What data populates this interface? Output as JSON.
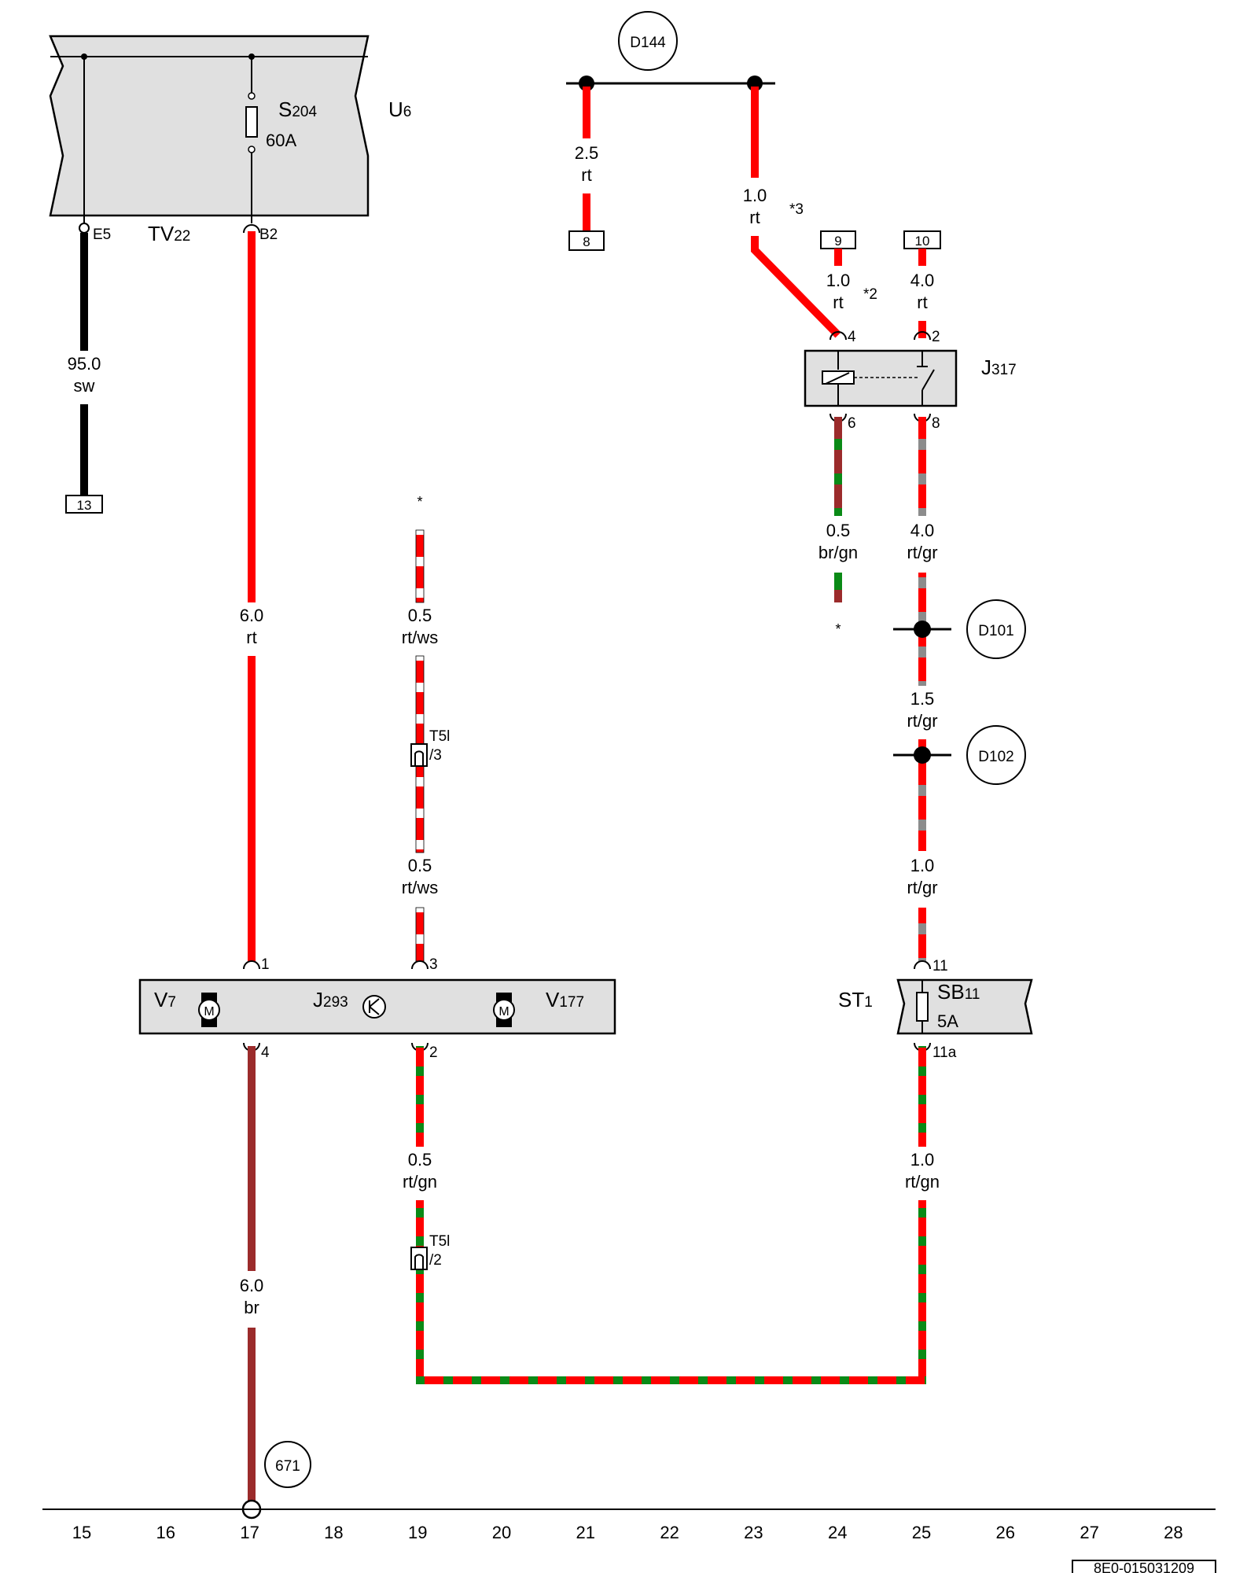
{
  "modules": {
    "u6": {
      "name": "U",
      "sub": "6"
    },
    "s204": {
      "name": "S",
      "sub": "204",
      "rating": "60A"
    },
    "tv22": {
      "name": "TV",
      "sub": "22"
    },
    "j317": {
      "name": "J",
      "sub": "317"
    },
    "j293": {
      "name": "J",
      "sub": "293"
    },
    "v7": {
      "name": "V",
      "sub": "7"
    },
    "v177": {
      "name": "V",
      "sub": "177"
    },
    "st1": {
      "name": "ST",
      "sub": "1"
    },
    "sb11": {
      "name": "SB",
      "sub": "11",
      "rating": "5A"
    },
    "motor_symbol": "M"
  },
  "nodes": {
    "d144": "D144",
    "d101": "D101",
    "d102": "D102",
    "n671": "671"
  },
  "connectors": {
    "t5l_3": {
      "name": "T5l",
      "pin": "/3"
    },
    "t5l_2": {
      "name": "T5l",
      "pin": "/2"
    }
  },
  "pins": {
    "e5": "E5",
    "b2": "B2",
    "j317_4": "4",
    "j317_2": "2",
    "j317_6": "6",
    "j317_8": "8",
    "j293_1": "1",
    "j293_3": "3",
    "j293_4": "4",
    "j293_2": "2",
    "st_11": "11",
    "st_11a": "11a"
  },
  "terminals": {
    "t13": "13",
    "t8": "8",
    "t9": "9",
    "t10": "10"
  },
  "wires": [
    {
      "size": "95.0",
      "color": "sw"
    },
    {
      "size": "6.0",
      "color": "rt"
    },
    {
      "size": "2.5",
      "color": "rt"
    },
    {
      "size": "1.0",
      "color": "rt"
    },
    {
      "size": "1.0",
      "color": "rt"
    },
    {
      "size": "4.0",
      "color": "rt"
    },
    {
      "size": "0.5",
      "color": "br/gn"
    },
    {
      "size": "4.0",
      "color": "rt/gr"
    },
    {
      "size": "1.5",
      "color": "rt/gr"
    },
    {
      "size": "1.0",
      "color": "rt/gr"
    },
    {
      "size": "0.5",
      "color": "rt/ws"
    },
    {
      "size": "0.5",
      "color": "rt/ws"
    },
    {
      "size": "0.5",
      "color": "rt/gn"
    },
    {
      "size": "6.0",
      "color": "br"
    },
    {
      "size": "1.0",
      "color": "rt/gn"
    }
  ],
  "notes": {
    "n3": "*3",
    "n2": "*2",
    "star": "*"
  },
  "ruler": [
    "15",
    "16",
    "17",
    "18",
    "19",
    "20",
    "21",
    "22",
    "23",
    "24",
    "25",
    "26",
    "27",
    "28"
  ],
  "doc_id": "8E0-015031209",
  "colors": {
    "rt": "#ff0000",
    "sw": "#000000",
    "gn": "#0a8a16",
    "br": "#9b2b2b",
    "gr": "#8c8c8c",
    "ws": "#ffffff",
    "box": "#e0e0e0"
  }
}
